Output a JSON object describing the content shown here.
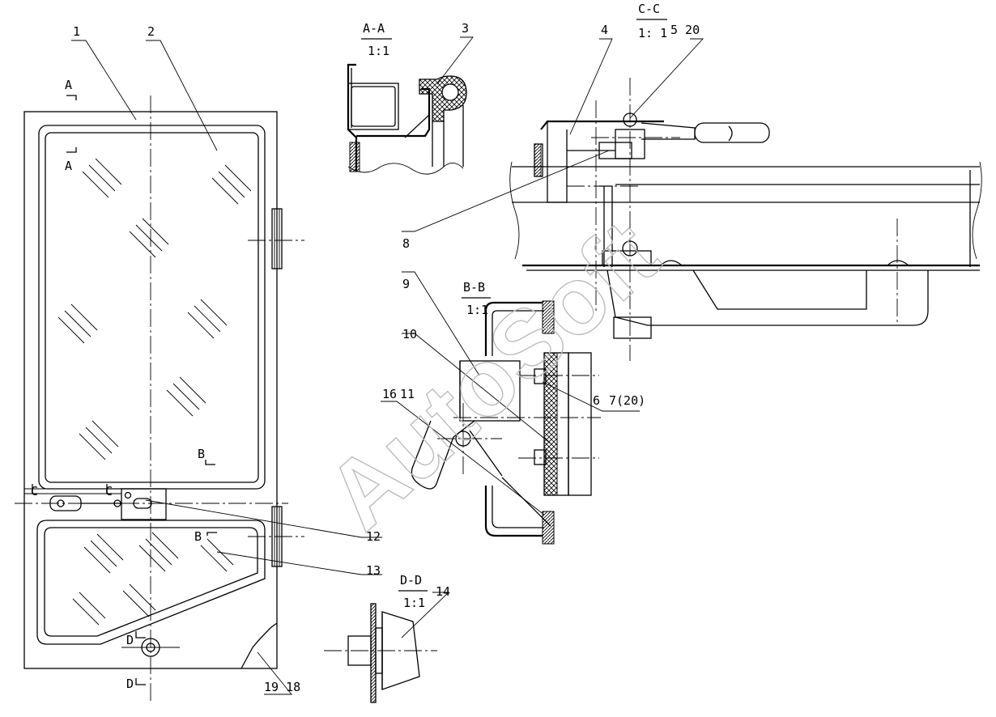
{
  "parts": {
    "p1": "1",
    "p2": "2",
    "p3": "3",
    "p4": "4",
    "p5_20": "5 20",
    "p6": "6",
    "p7_20": "7(20)",
    "p8": "8",
    "p9": "9",
    "p10": "10",
    "p16": "16",
    "p11": "11",
    "p12": "12",
    "p13": "13",
    "p14": "14",
    "p19_18": "19 18"
  },
  "sections": {
    "aa_title": "A-A",
    "aa_scale": "1:1",
    "cc_title": "C-C",
    "cc_scale": "1: 1",
    "bb_title": "B-B",
    "bb_scale": "1:1",
    "dd_title": "D-D",
    "dd_scale": "1:1"
  },
  "markers": {
    "a_top": "A",
    "a_low": "A",
    "b_main": "B",
    "b_low": "B",
    "c_left": "C",
    "c_mid": "C",
    "d_top": "D",
    "d_bot": "D"
  },
  "watermark": "AutoSoft"
}
